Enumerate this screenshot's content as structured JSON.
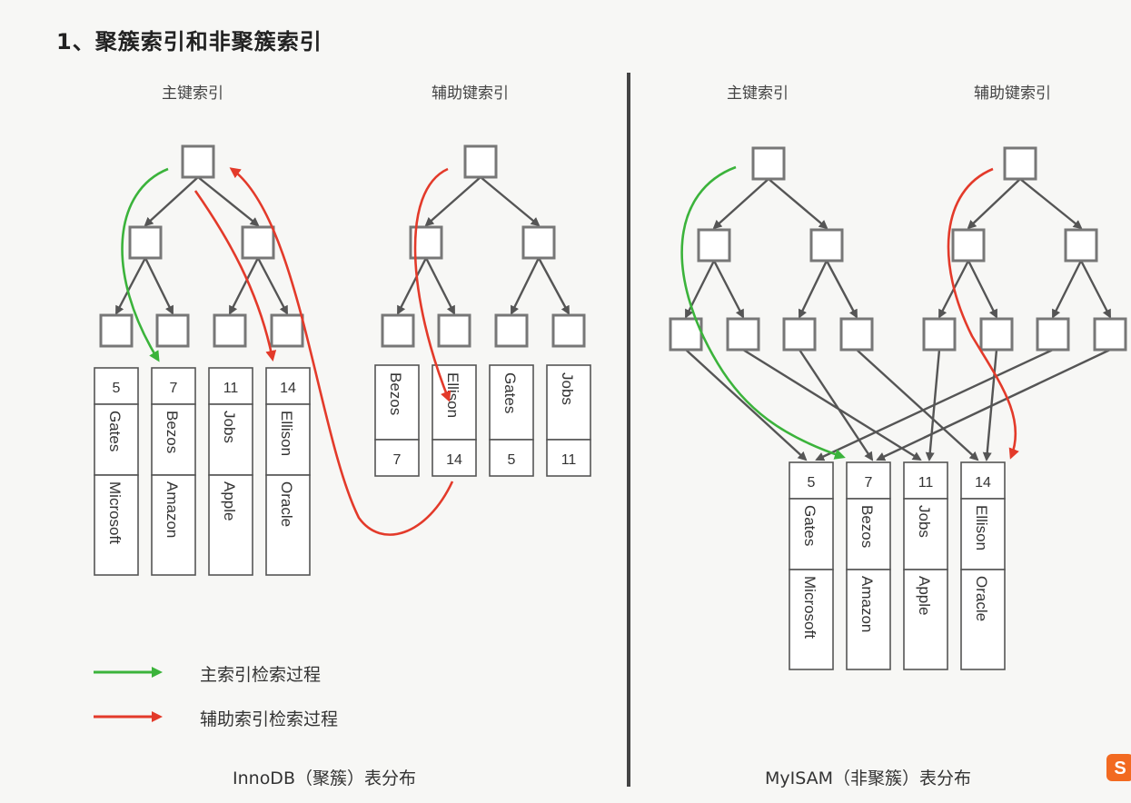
{
  "heading": "1、聚簇索引和非聚簇索引",
  "left": {
    "primary_label": "主键索引",
    "secondary_label": "辅助键索引",
    "caption": "InnoDB（聚簇）表分布",
    "primary_records": [
      {
        "id": "5",
        "name": "Gates",
        "company": "Microsoft"
      },
      {
        "id": "7",
        "name": "Bezos",
        "company": "Amazon"
      },
      {
        "id": "11",
        "name": "Jobs",
        "company": "Apple"
      },
      {
        "id": "14",
        "name": "Ellison",
        "company": "Oracle"
      }
    ],
    "secondary_records": [
      {
        "name": "Bezos",
        "id": "7"
      },
      {
        "name": "Ellison",
        "id": "14"
      },
      {
        "name": "Gates",
        "id": "5"
      },
      {
        "name": "Jobs",
        "id": "11"
      }
    ]
  },
  "right": {
    "primary_label": "主键索引",
    "secondary_label": "辅助键索引",
    "caption": "MyISAM（非聚簇）表分布",
    "records": [
      {
        "id": "5",
        "name": "Gates",
        "company": "Microsoft"
      },
      {
        "id": "7",
        "name": "Bezos",
        "company": "Amazon"
      },
      {
        "id": "11",
        "name": "Jobs",
        "company": "Apple"
      },
      {
        "id": "14",
        "name": "Ellison",
        "company": "Oracle"
      }
    ]
  },
  "legend": [
    {
      "label": "主索引检索过程",
      "color": "#3bb33b"
    },
    {
      "label": "辅助索引检索过程",
      "color": "#e33a2a"
    }
  ],
  "colors": {
    "green": "#3bb33b",
    "red": "#e33a2a",
    "divider": "#444444"
  }
}
